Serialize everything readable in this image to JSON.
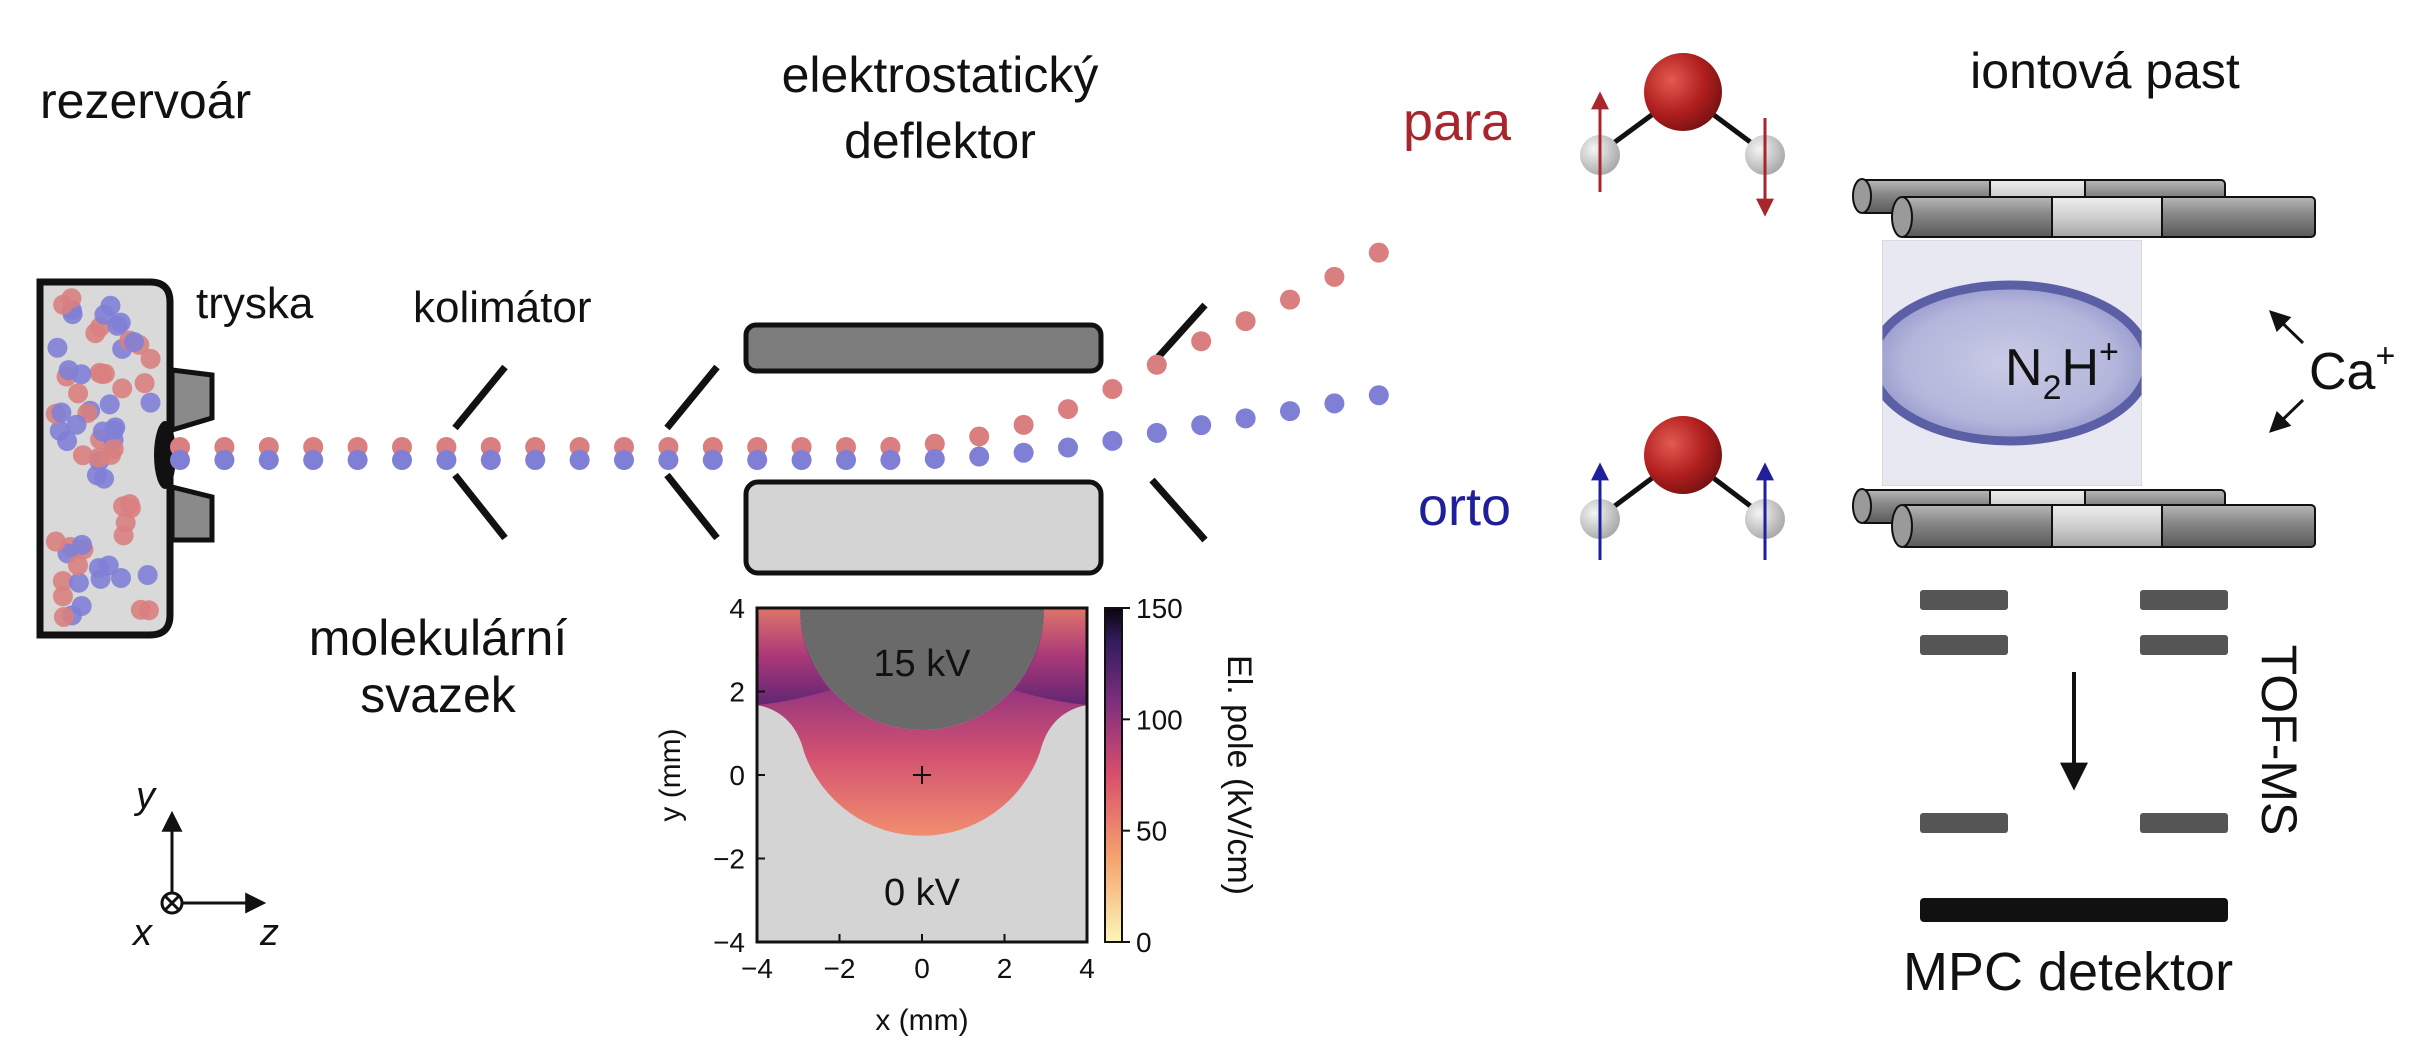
{
  "labels": {
    "reservoir": "rezervoár",
    "nozzle": "tryska",
    "collimator": "kolimátor",
    "deflector_line1": "elektrostatický",
    "deflector_line2": "deflektor",
    "beam_line1": "molekulární",
    "beam_line2": "svazek",
    "para": "para",
    "ortho": "orto",
    "ion_trap": "iontová past",
    "ion_main": "N",
    "ion_sub": "2",
    "ion_rest": "H",
    "ion_sup": "+",
    "ca": "Ca",
    "ca_sup": "+",
    "tofms": "TOF-MS",
    "mcp": "MPC detektor"
  },
  "axes_icon": {
    "y": "y",
    "x": "x",
    "z": "z"
  },
  "colors": {
    "para": "#a8262b",
    "ortho": "#1f1f9c",
    "para_dot": "#d97f7f",
    "ortho_dot": "#7f7fd6",
    "electrode_dark": "#7d7d7d",
    "electrode_light": "#d4d4d4",
    "water_oxygen": "#b11f1f",
    "water_hydrogen": "#cfcfcf"
  },
  "chart_data": {
    "type": "heatmap",
    "xlabel": "x (mm)",
    "ylabel": "y (mm)",
    "xlim": [
      -4,
      4
    ],
    "ylim": [
      -4,
      4
    ],
    "xticks": [
      "−4",
      "−2",
      "0",
      "2",
      "4"
    ],
    "yticks": [
      "4",
      "2",
      "0",
      "−2",
      "−4"
    ],
    "colorbar": {
      "label": "El. pole (kV/cm)",
      "range": [
        0,
        150
      ],
      "ticks": [
        "150",
        "100",
        "50",
        "0"
      ]
    },
    "electrodes": [
      {
        "label": "15 kV",
        "voltage_kV": 15
      },
      {
        "label": "0 kV",
        "voltage_kV": 0
      }
    ]
  }
}
